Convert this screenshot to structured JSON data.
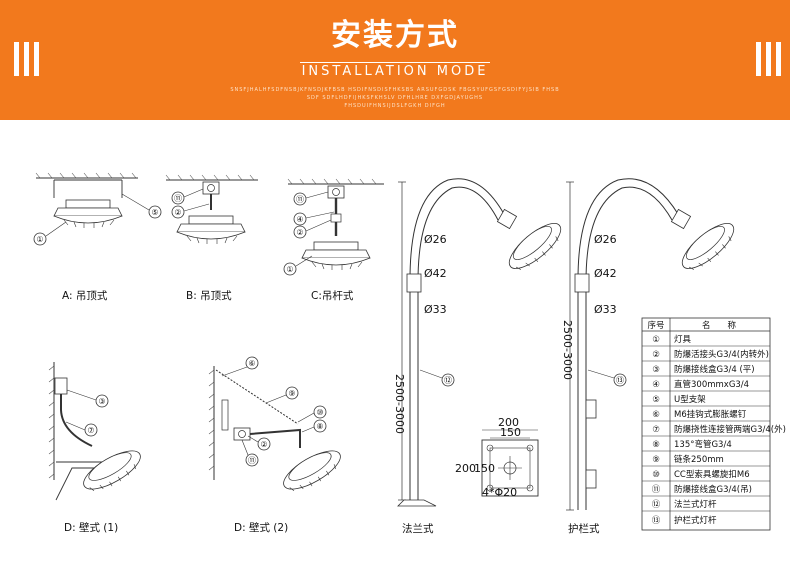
{
  "header": {
    "title": "安装方式",
    "subtitle": "INSTALLATION MODE",
    "tiny_line_1": "SNSFJHALHFSDFNSBJKFNSDJKFBSB HSDIFNSDISFHKSBS ARSUFGDSK FBGSYUFGSFGSDIFYJSIB FHSB",
    "tiny_line_2": "SDF SDFLHDFIJHKSFKHSLV DFHLHRE DXFGDJAYUGHS",
    "tiny_line_3": "FHSDUIFHNSIJDSLFGKH DIFGH"
  },
  "figures": {
    "a": "A:  吊顶式",
    "b": "B:  吊顶式",
    "c": "C:吊杆式",
    "d1": "D:  壁式 (1)",
    "d2": "D:  壁式 (2)",
    "flange": "法兰式",
    "guardrail": "护栏式"
  },
  "marks": {
    "m1": "①",
    "m2": "②",
    "m3": "③",
    "m4": "④",
    "m5": "⑤",
    "m6": "⑥",
    "m7": "⑦",
    "m8": "⑧",
    "m9": "⑨",
    "m10": "⑩",
    "m11": "⑪",
    "m12": "⑫",
    "m13": "⑬"
  },
  "dimensions": {
    "d26": "Ø26",
    "d42": "Ø42",
    "d33": "Ø33",
    "height": "2500-3000",
    "w200": "200",
    "w150": "150",
    "h200": "200",
    "h150": "150",
    "holes": "4*Φ20"
  },
  "parts_table": {
    "headers": [
      "序号",
      "名　　称"
    ],
    "rows": [
      [
        "①",
        "灯具"
      ],
      [
        "②",
        "防爆活接头G3/4(内转外)"
      ],
      [
        "③",
        "防爆接线盒G3/4 (平)"
      ],
      [
        "④",
        "直管300mmxG3/4"
      ],
      [
        "⑤",
        "U型支架"
      ],
      [
        "⑥",
        "M6挂钩式膨胀螺钉"
      ],
      [
        "⑦",
        "防爆挠性连接管两端G3/4(外)"
      ],
      [
        "⑧",
        "135°弯管G3/4"
      ],
      [
        "⑨",
        "链条250mm"
      ],
      [
        "⑩",
        "CC型索具螺旋扣M6"
      ],
      [
        "⑪",
        "防爆接线盒G3/4(吊)"
      ],
      [
        "⑫",
        "法兰式灯杆"
      ],
      [
        "⑬",
        "护栏式灯杆"
      ]
    ]
  },
  "colors": {
    "banner": "#f2791d",
    "line": "#333333"
  }
}
